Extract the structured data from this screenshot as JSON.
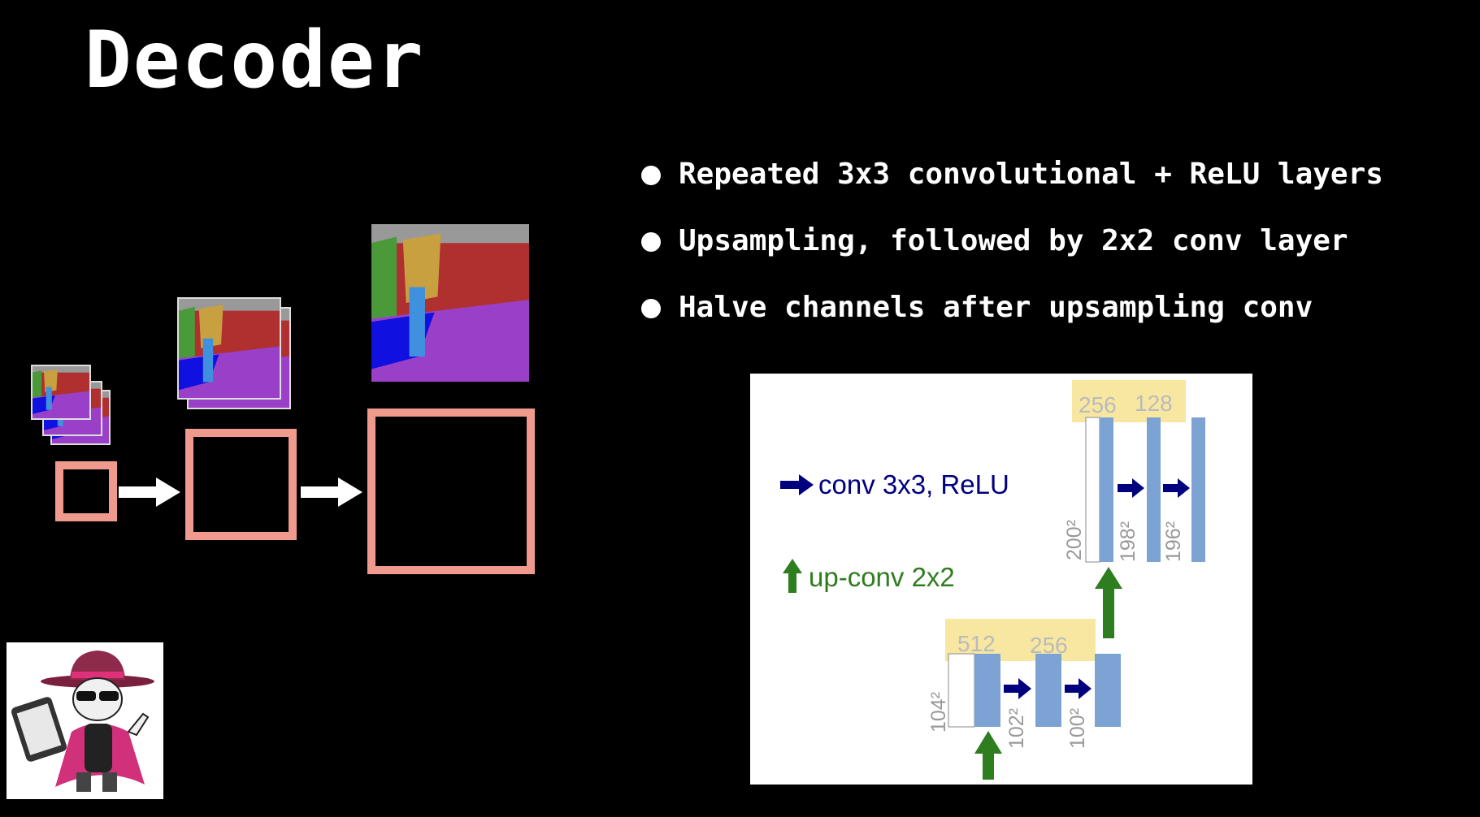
{
  "slide": {
    "title": "Decoder",
    "bullets": [
      "Repeated 3x3 convolutional + ReLU layers",
      "Upsampling, followed by 2x2 conv layer",
      "Halve channels after upsampling conv"
    ]
  },
  "legend": {
    "conv_label": "conv 3x3, ReLU",
    "upconv_label": "up-conv 2x2"
  },
  "diagram": {
    "top_channels": [
      "256",
      "128"
    ],
    "top_sizes": [
      "200²",
      "198²",
      "196²"
    ],
    "bottom_channels": [
      "512",
      "256"
    ],
    "bottom_sizes": [
      "104²",
      "102²",
      "100²"
    ]
  },
  "colors": {
    "pink": "#ef9a8c",
    "blue_bar": "#7da3d4",
    "arrow_navy": "#00007f",
    "arrow_green": "#2e7d1e",
    "highlight": "#f7e7a1"
  }
}
